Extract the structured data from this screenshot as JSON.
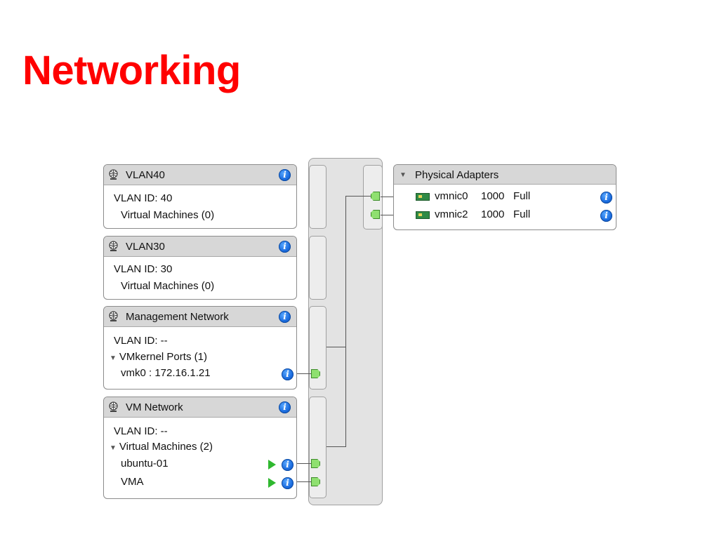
{
  "page": {
    "title": "Networking"
  },
  "colors": {
    "title": "#ff0000",
    "header_bg": "#d7d7d7",
    "port_green": "#8fe070",
    "info_blue": "#1d6ee0",
    "play_green": "#2fb82f"
  },
  "port_groups": [
    {
      "name": "VLAN40",
      "vlan_label": "VLAN ID: 40",
      "vms_label": "Virtual Machines (0)"
    },
    {
      "name": "VLAN30",
      "vlan_label": "VLAN ID: 30",
      "vms_label": "Virtual Machines (0)"
    },
    {
      "name": "Management Network",
      "vlan_label": "VLAN ID: --",
      "section_label": "VMkernel Ports (1)",
      "items": [
        {
          "label": "vmk0 : 172.16.1.21"
        }
      ]
    },
    {
      "name": "VM Network",
      "vlan_label": "VLAN ID: --",
      "section_label": "Virtual Machines (2)",
      "items": [
        {
          "label": "ubuntu-01"
        },
        {
          "label": "VMA"
        }
      ]
    }
  ],
  "physical_adapters": {
    "title": "Physical Adapters",
    "adapters": [
      {
        "name": "vmnic0",
        "speed": "1000",
        "duplex": "Full"
      },
      {
        "name": "vmnic2",
        "speed": "1000",
        "duplex": "Full"
      }
    ]
  },
  "icons": {
    "network": "network-globe-icon",
    "info": "info-icon",
    "expand": "triangle-down-icon",
    "vm_powered_on": "play-icon",
    "port": "port-icon",
    "nic": "nic-card-icon"
  }
}
